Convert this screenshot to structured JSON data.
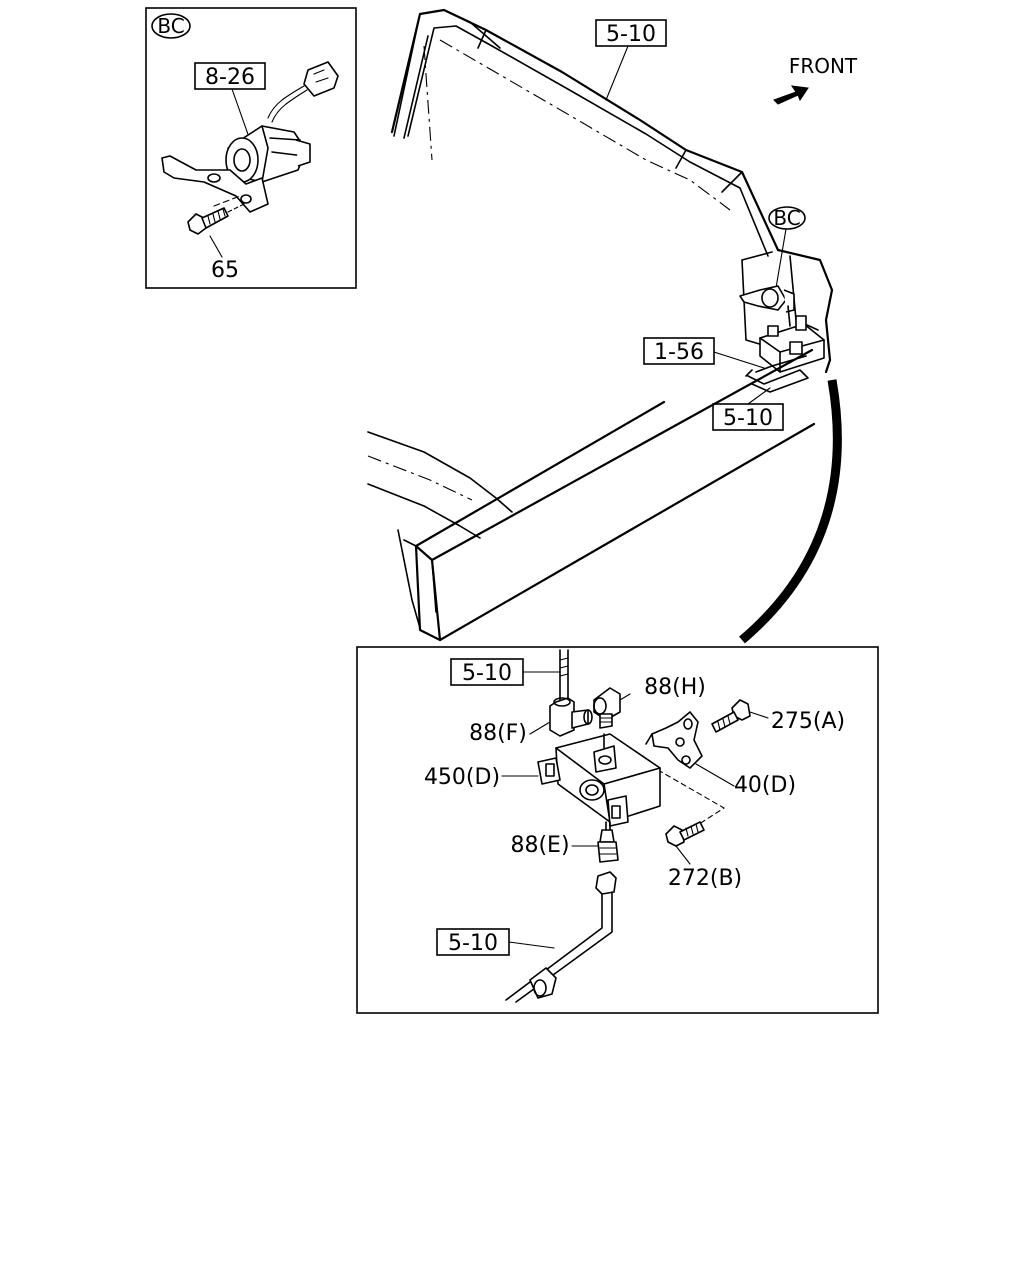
{
  "labels": {
    "front": "FRONT",
    "inset_top": {
      "tag": "BC",
      "ref_box": "8-26",
      "bolt": "65"
    },
    "main": {
      "ref_top": "5-10",
      "tag": "BC",
      "ref_1_56": "1-56",
      "ref_mid": "5-10"
    },
    "detail": {
      "ref_pipe_top": "5-10",
      "part_88h": "88(H)",
      "part_88f": "88(F)",
      "part_275a": "275(A)",
      "part_450d": "450(D)",
      "part_40d": "40(D)",
      "part_88e": "88(E)",
      "part_272b": "272(B)",
      "ref_pipe_bottom": "5-10"
    }
  }
}
